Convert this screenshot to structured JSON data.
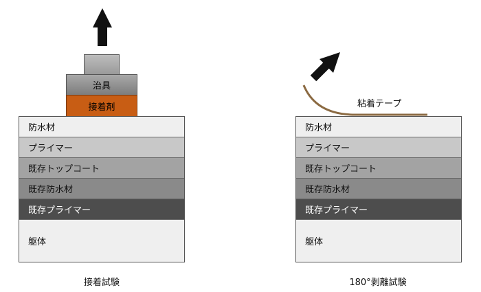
{
  "left": {
    "jig_label": "治具",
    "adhesive_label": "接着剤",
    "caption": "接着試験",
    "layers": [
      "防水材",
      "プライマー",
      "既存トップコート",
      "既存防水材",
      "既存プライマー",
      "躯体"
    ]
  },
  "right": {
    "tape_label": "粘着テープ",
    "caption": "180°剥離試験",
    "layers": [
      "防水材",
      "プライマー",
      "既存トップコート",
      "既存防水材",
      "既存プライマー",
      "躯体"
    ]
  },
  "colors": {
    "adhesive": "#c85d14",
    "tape": "#8b6a42",
    "arrow": "#111111"
  }
}
